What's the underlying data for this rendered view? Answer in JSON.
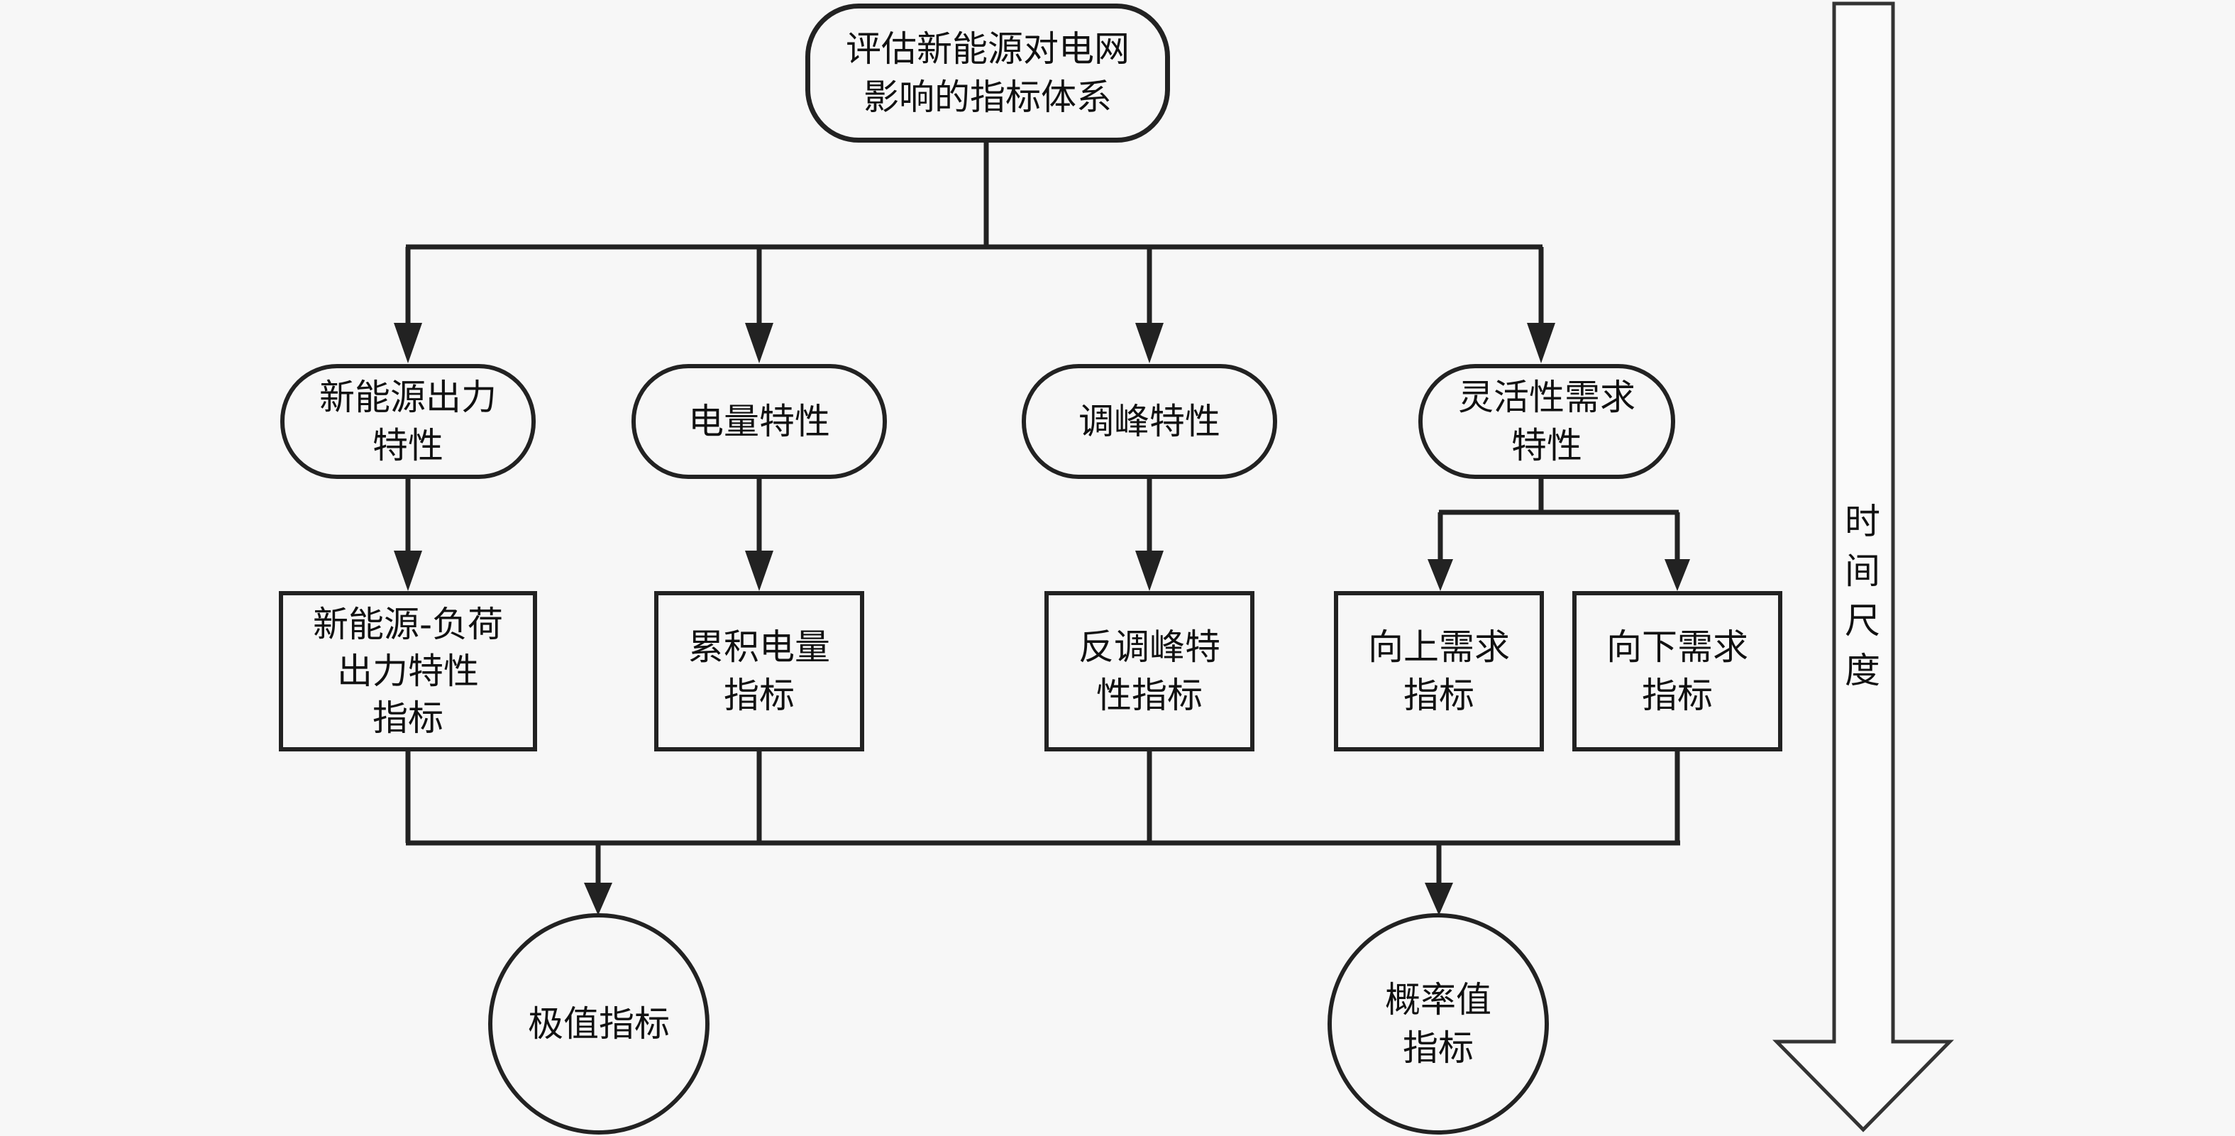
{
  "top": {
    "label": "评估新能源对电网\n影响的指标体系"
  },
  "characteristics": [
    {
      "label": "新能源出力\n特性"
    },
    {
      "label": "电量特性"
    },
    {
      "label": "调峰特性"
    },
    {
      "label": "灵活性需求\n特性"
    }
  ],
  "indicators": [
    {
      "label": "新能源-负荷\n出力特性\n指标"
    },
    {
      "label": "累积电量\n指标"
    },
    {
      "label": "反调峰特\n性指标"
    },
    {
      "label": "向上需求\n指标"
    },
    {
      "label": "向下需求\n指标"
    }
  ],
  "outputs": [
    {
      "label": "极值指标"
    },
    {
      "label": "概率值\n指标"
    }
  ],
  "time_axis": {
    "label": "时\n间\n尺\n度"
  }
}
